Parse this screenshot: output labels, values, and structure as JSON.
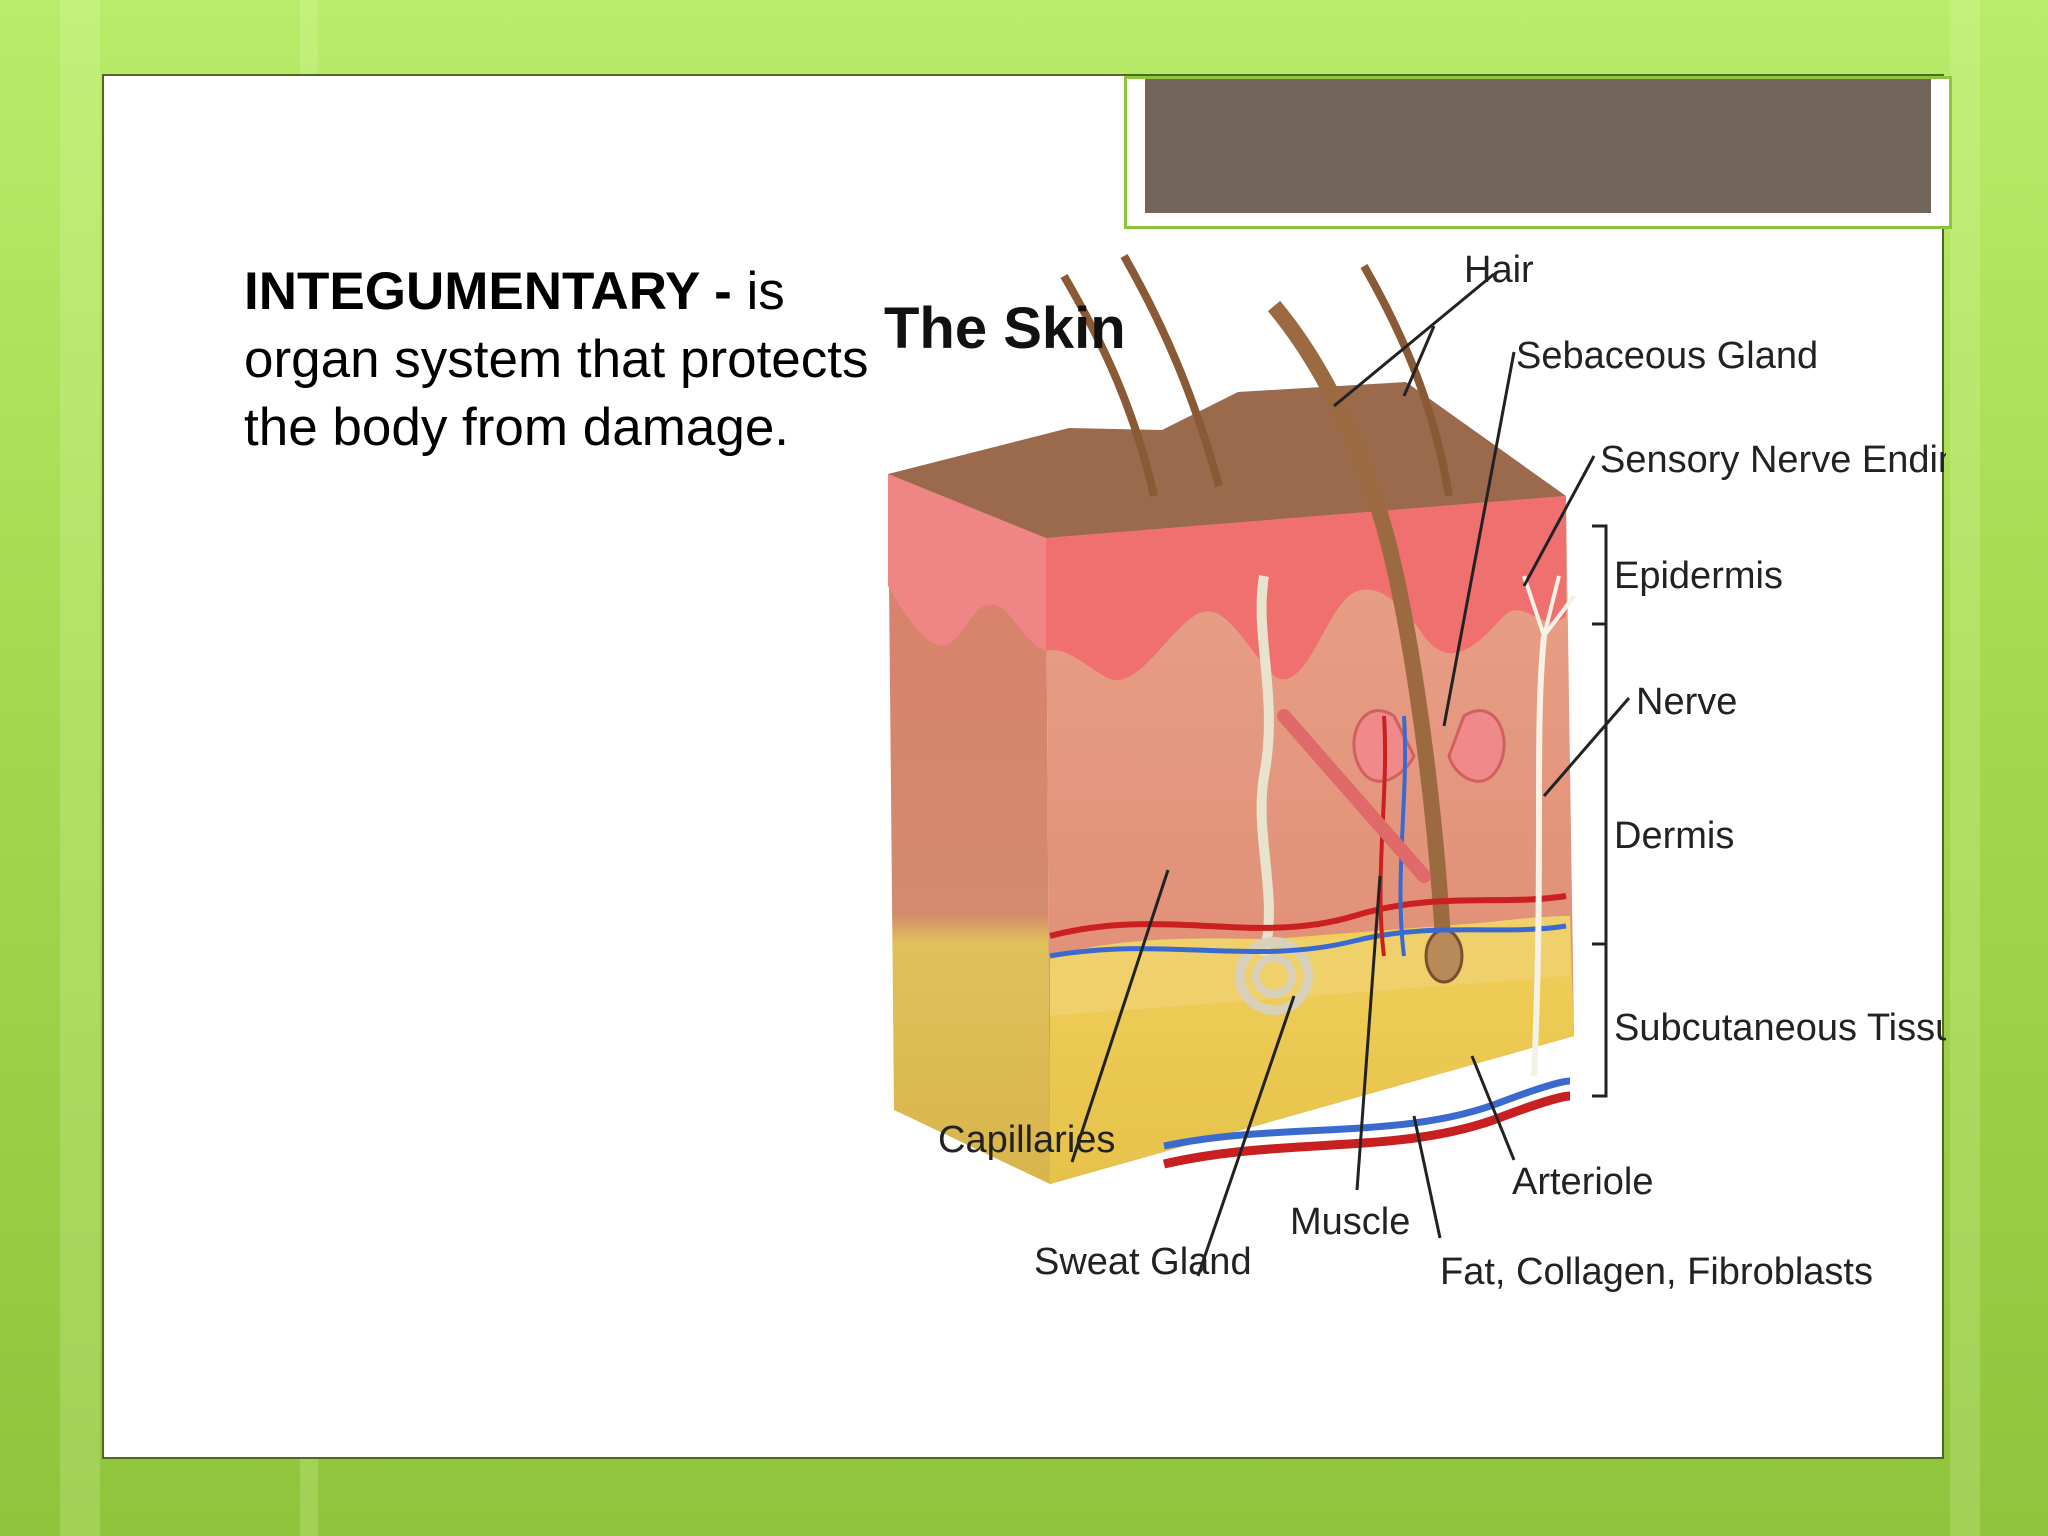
{
  "slide": {
    "heading_term": "INTEGUMENTARY -",
    "body": " is organ system that protects the body from damage."
  },
  "diagram": {
    "title": "The Skin",
    "labels": {
      "hair": "Hair",
      "sebaceous_gland": "Sebaceous Gland",
      "sensory_nerve_ending": "Sensory Nerve Ending",
      "epidermis": "Epidermis",
      "nerve": "Nerve",
      "dermis": "Dermis",
      "subcutaneous_tissue": "Subcutaneous Tissue",
      "capillaries": "Capillaries",
      "arteriole": "Arteriole",
      "muscle": "Muscle",
      "sweat_gland": "Sweat Gland",
      "fat": "Fat, Collagen, Fibroblasts"
    }
  }
}
